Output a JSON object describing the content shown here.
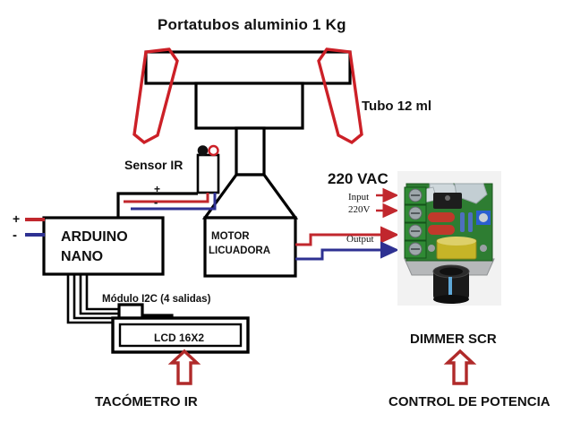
{
  "diagram": {
    "title_top": "Portatubos aluminio 1 Kg",
    "tube_label": "Tubo 12 ml",
    "sensor_label": "Sensor IR",
    "mains_label": "220 VAC",
    "input_label": "Input",
    "input_voltage_label": "220V",
    "output_label": "Output",
    "arduino_line1": "ARDUINO",
    "arduino_line2": "NANO",
    "motor_line1": "MOTOR",
    "motor_line2": "LICUADORA",
    "i2c_label": "Módulo I2C (4 salidas)",
    "lcd_label": "LCD 16X2",
    "dimmer_label": "DIMMER SCR",
    "caption_left": "TACÓMETRO IR",
    "caption_right": "CONTROL DE POTENCIA",
    "power_plus": "+",
    "power_minus": "-",
    "sensor_plus": "+",
    "sensor_minus": "-"
  },
  "colors": {
    "wire_positive": "#c1272d",
    "wire_negative": "#2e3192",
    "outline": "#000000",
    "tube_outline": "#cc2027",
    "arrow": "#b02a2a",
    "pcb_green": "#2e7d32",
    "heatsink": "#b9c3c9",
    "capacitor_red": "#c0392b",
    "transformer_yellow": "#c6b427",
    "knob_black": "#1a1a1a"
  },
  "icons": {
    "up_arrow_left": "up-arrow-icon",
    "up_arrow_right": "up-arrow-icon",
    "input_arrow": "right-arrow-icon",
    "output_arrow": "left-arrow-icon"
  }
}
